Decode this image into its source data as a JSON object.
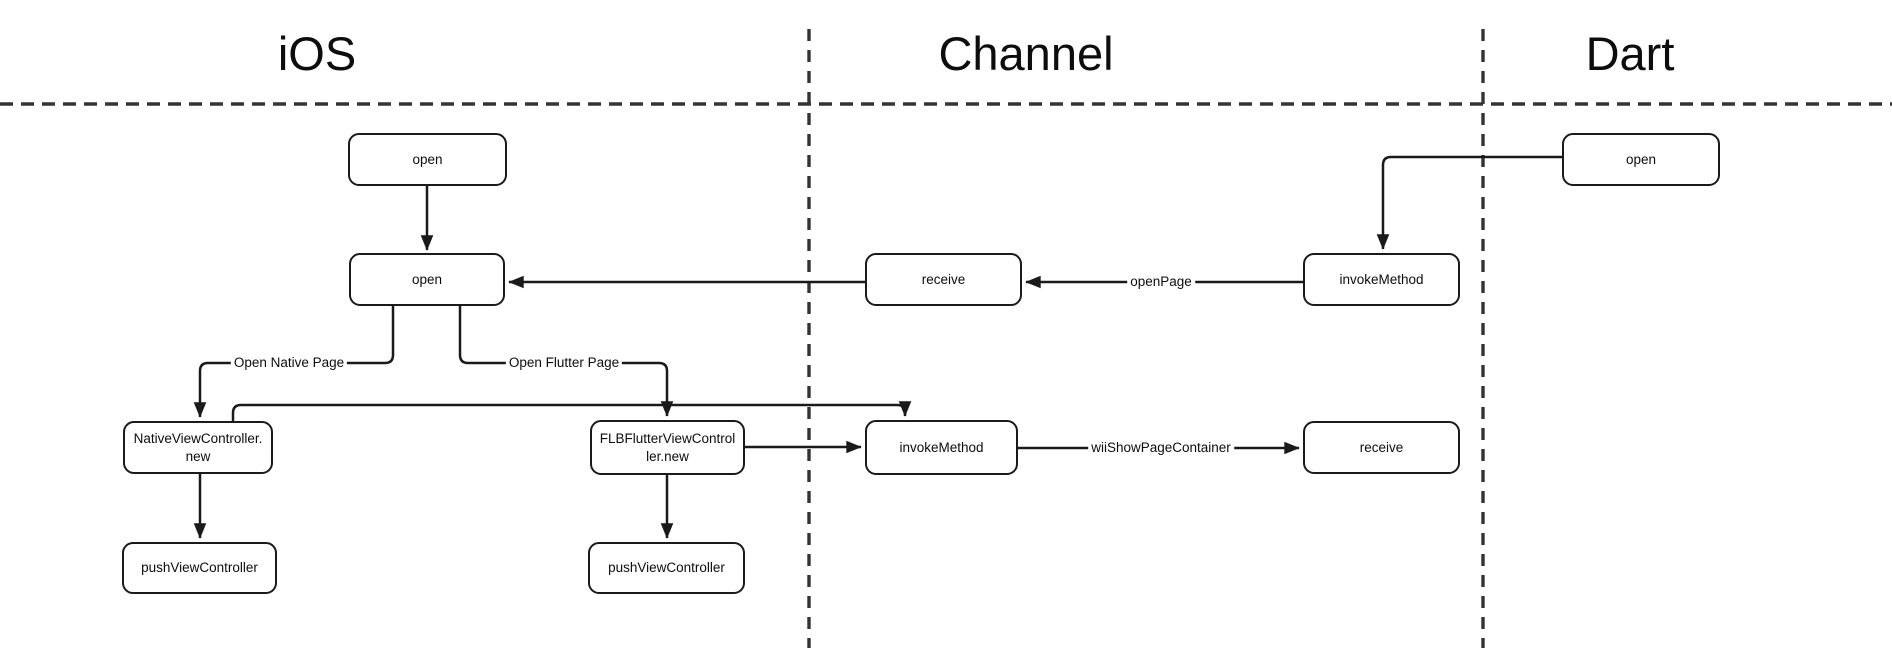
{
  "palette": {
    "background": "#ffffff",
    "node_fill": "#ffffff",
    "stroke": "#1a1a1a",
    "divider": "#333333"
  },
  "lanes": {
    "ios": "iOS",
    "channel": "Channel",
    "dart": "Dart"
  },
  "nodes": {
    "open_ios_top": "open",
    "open_ios_main": "open",
    "receive_channel_mid": "receive",
    "invoke_method_channel_mid": "invokeMethod",
    "open_dart": "open",
    "native_view_controller_line1": "NativeViewController.",
    "native_view_controller_line2": "new",
    "flb_flutter_view_controller_line1": "FLBFlutterViewControl",
    "flb_flutter_view_controller_line2": "ler.new",
    "invoke_method_channel_bottom": "invokeMethod",
    "receive_channel_bottom": "receive",
    "push_view_controller_native": "pushViewController",
    "push_view_controller_flutter": "pushViewController"
  },
  "edge_labels": {
    "open_page": "openPage",
    "open_native_page": "Open Native Page",
    "open_flutter_page": "Open Flutter Page",
    "wii_show_page_container": "wiiShowPageContainer"
  }
}
